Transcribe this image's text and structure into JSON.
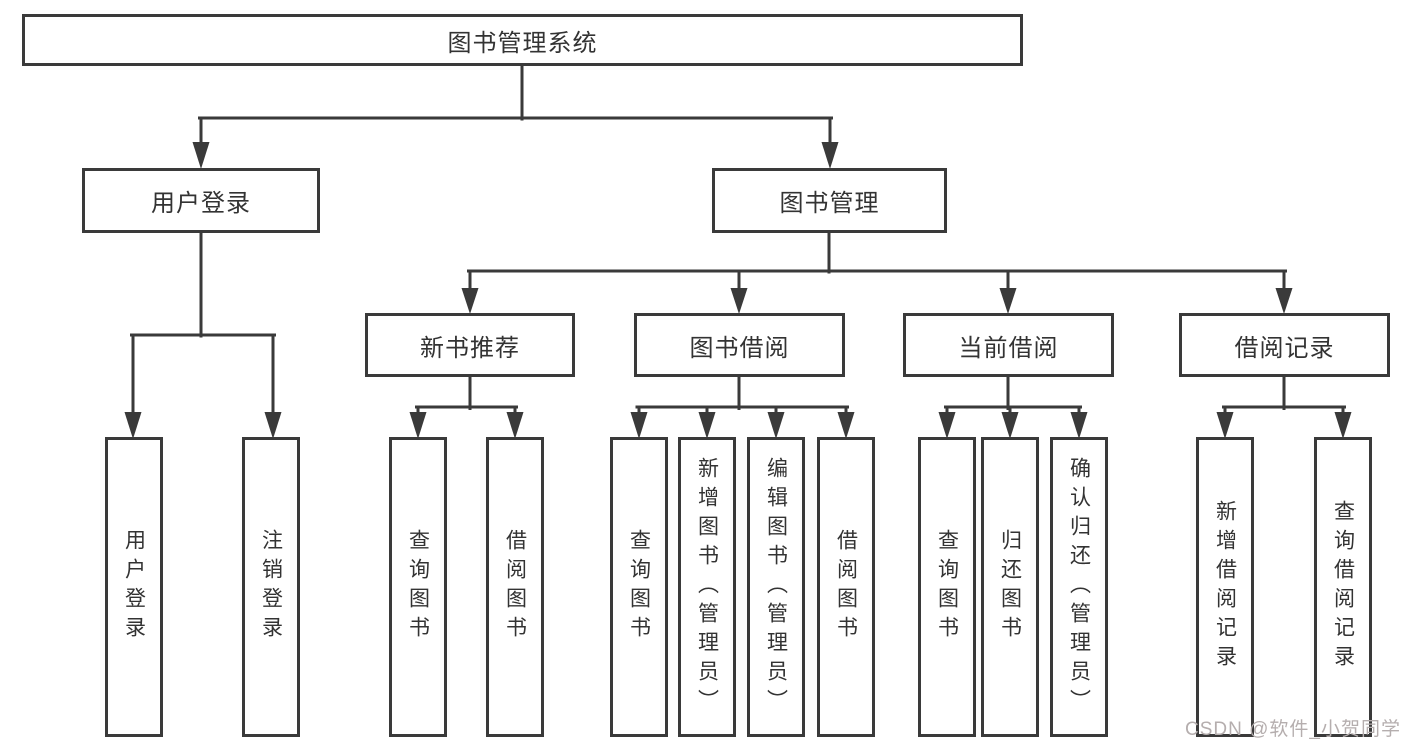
{
  "nodes": {
    "root": "图书管理系统",
    "user_login": "用户登录",
    "book_management": "图书管理",
    "new_book_recommend": "新书推荐",
    "book_borrow": "图书借阅",
    "current_borrow": "当前借阅",
    "borrow_record": "借阅记录",
    "leaf_user_login": "用户登录",
    "leaf_logout": "注销登录",
    "leaf_recommend_query_books": "查询图书",
    "leaf_recommend_borrow_books": "借阅图书",
    "leaf_borrow_query_books": "查询图书",
    "leaf_borrow_add_books": "新增图书（管理员）",
    "leaf_borrow_edit_books": "编辑图书（管理员）",
    "leaf_borrow_borrow_books": "借阅图书",
    "leaf_current_query_books": "查询图书",
    "leaf_current_return_books": "归还图书",
    "leaf_current_confirm_return": "确认归还（管理员）",
    "leaf_record_add": "新增借阅记录",
    "leaf_record_query": "查询借阅记录"
  },
  "watermark": "CSDN @软件_小贺同学",
  "colors": {
    "line": "#3a3a3a",
    "text": "#333333",
    "watermark": "#b5aeae",
    "background": "#ffffff"
  }
}
